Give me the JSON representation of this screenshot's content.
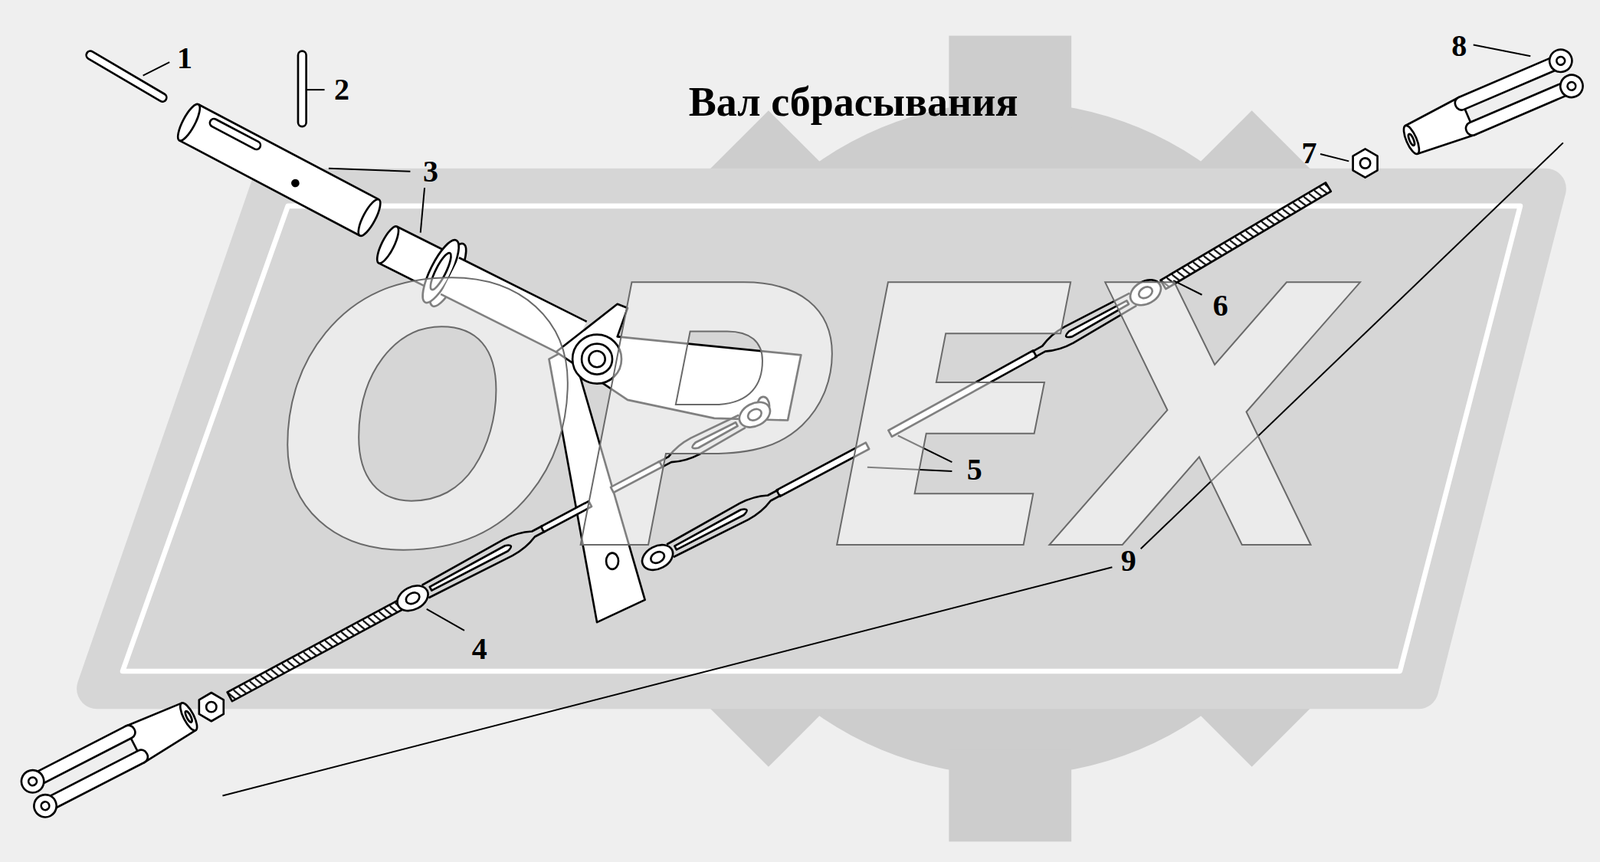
{
  "diagram": {
    "title": "Вал сбрасывания",
    "labels": [
      "OPEX",
      "1",
      "2",
      "3",
      "4",
      "5",
      "6",
      "7",
      "8",
      "9"
    ]
  }
}
